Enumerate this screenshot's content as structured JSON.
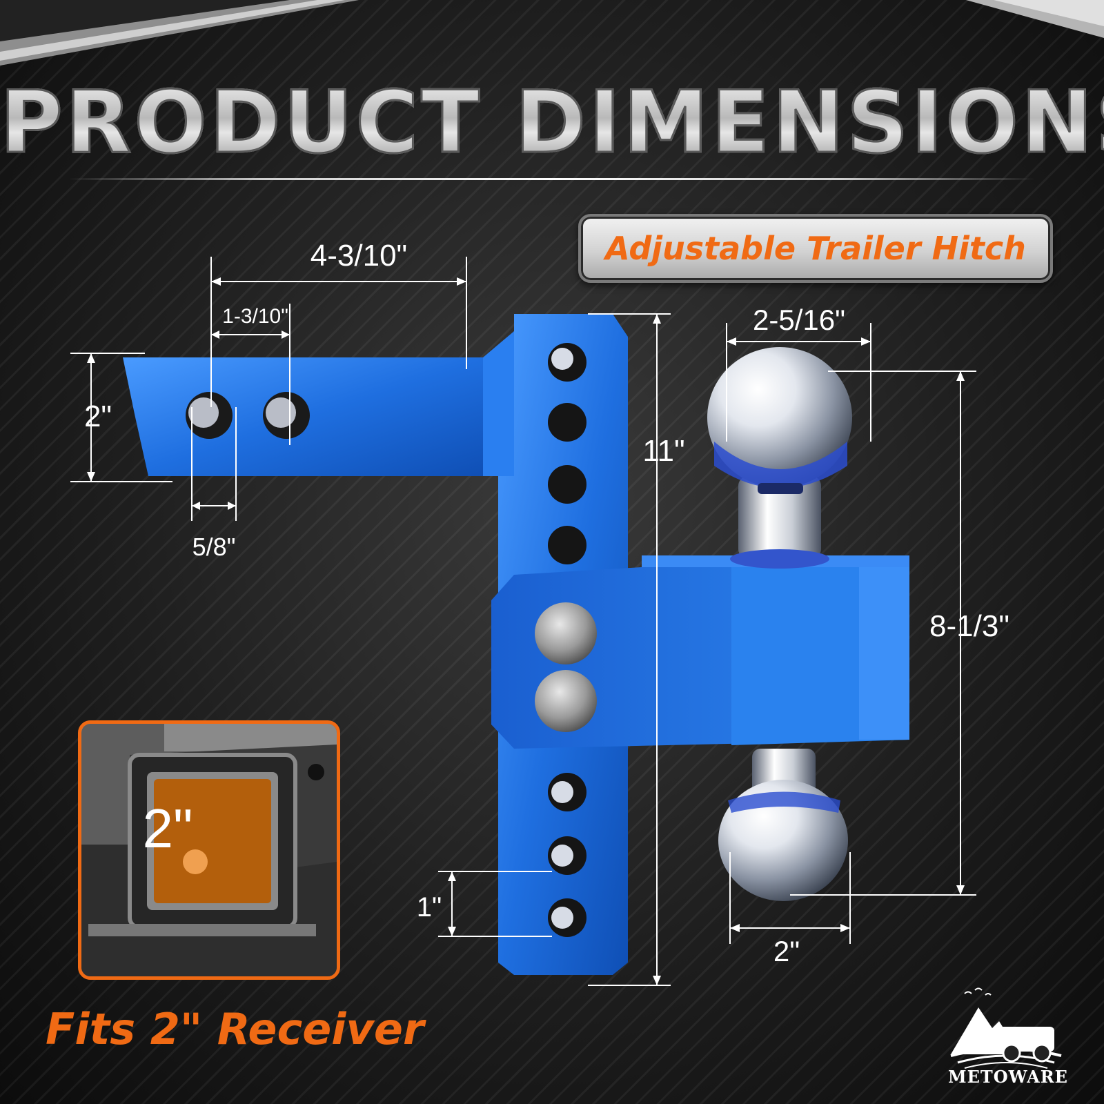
{
  "title": "PRODUCT DIMENSIONS",
  "badge": "Adjustable Trailer Hitch",
  "dimensions": {
    "shank_length": "4-3/10\"",
    "hole_spacing": "1-3/10\"",
    "shank_height": "2\"",
    "pin_hole": "5/8\"",
    "total_height": "11\"",
    "ball_large": "2-5/16\"",
    "ball_small": "2\"",
    "ball_mount_height": "8-1/3\"",
    "hole_pitch": "1\""
  },
  "inset": {
    "receiver_size": "2\""
  },
  "caption": "Fits 2\"  Receiver",
  "brand": "METOWARE",
  "colors": {
    "hitch_blue": "#1f6fe0",
    "accent_orange": "#f06a14",
    "chrome": "#d9dde3"
  }
}
